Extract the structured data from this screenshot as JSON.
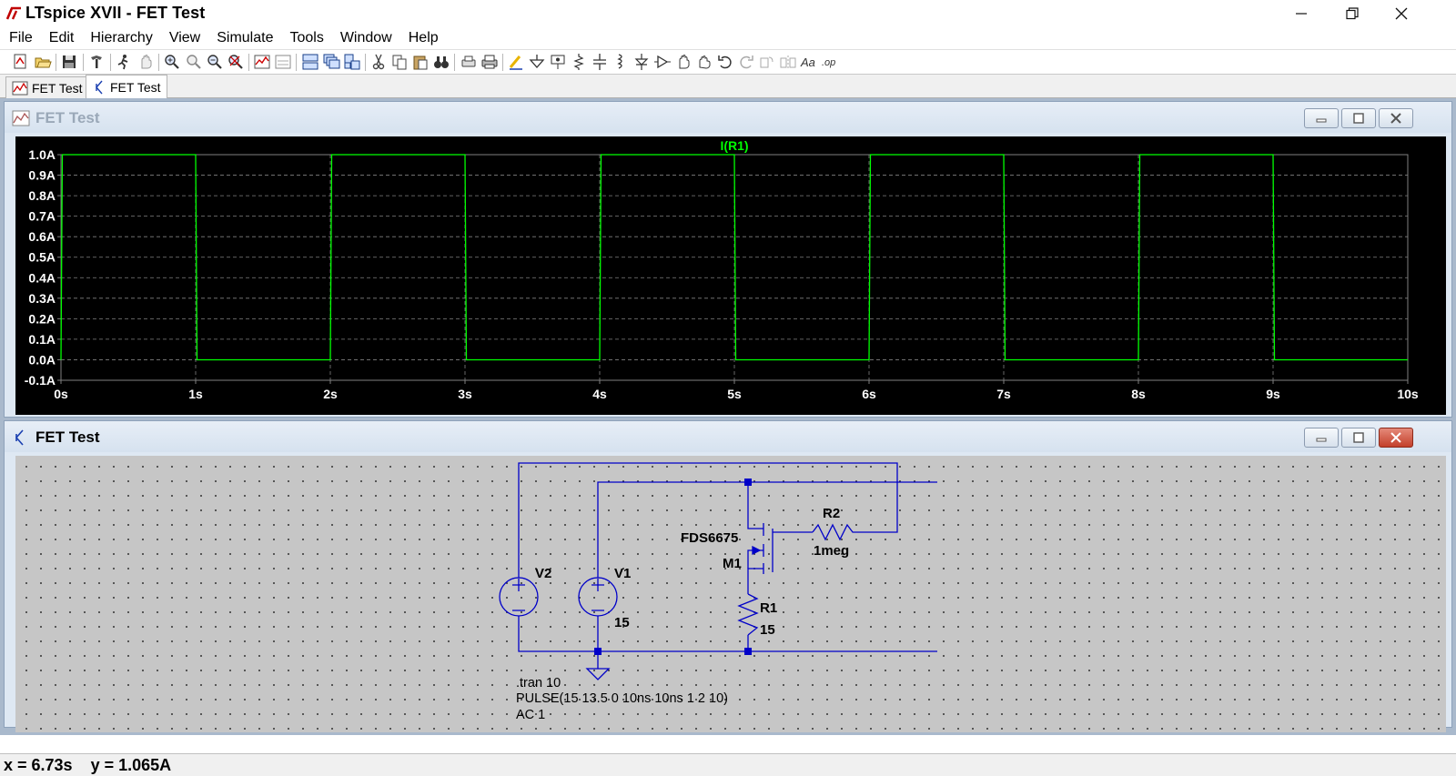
{
  "window": {
    "title": "LTspice XVII - FET Test"
  },
  "menu": [
    "File",
    "Edit",
    "Hierarchy",
    "View",
    "Simulate",
    "Tools",
    "Window",
    "Help"
  ],
  "toolbar": {
    "icons": [
      "new-schematic-icon",
      "open-icon",
      "save-icon",
      "control-panel-icon",
      "run-icon",
      "halt-icon",
      "zoom-in-icon",
      "zoom-area-icon",
      "zoom-out-icon",
      "zoom-cancel-icon",
      "autorange-icon",
      "plot-settings-icon",
      "tile-horizontal-icon",
      "cascade-icon",
      "tile-vertical-icon",
      "cut-icon",
      "copy-icon",
      "paste-icon",
      "find-icon",
      "print-preview-icon",
      "print-icon",
      "wire-icon",
      "ground-icon",
      "label-net-icon",
      "resistor-icon",
      "capacitor-icon",
      "inductor-icon",
      "diode-icon",
      "component-icon",
      "move-icon",
      "drag-icon",
      "undo-icon",
      "redo-icon",
      "rotate-icon",
      "mirror-icon",
      "text-icon",
      "spice-directive-icon"
    ],
    "text_icon_label": "Aa",
    "directive_icon_label": ".op"
  },
  "tabs": [
    {
      "label": "FET Test",
      "icon": "waveform-icon",
      "active": false
    },
    {
      "label": "FET Test",
      "icon": "schematic-icon",
      "active": true
    }
  ],
  "waveform_window": {
    "title": "FET Test"
  },
  "schematic_window": {
    "title": "FET Test"
  },
  "chart_data": {
    "type": "line",
    "title": "",
    "xlabel": "",
    "ylabel": "",
    "series": [
      {
        "name": "I(R1)",
        "color": "#00ff00",
        "x": [
          0,
          0.01,
          1.0,
          1.01,
          2.0,
          2.01,
          3.0,
          3.01,
          4.0,
          4.01,
          5.0,
          5.01,
          6.0,
          6.01,
          7.0,
          7.01,
          8.0,
          8.01,
          9.0,
          9.01,
          10.0
        ],
        "values": [
          0,
          1.0,
          1.0,
          0,
          0,
          1.0,
          1.0,
          0,
          0,
          1.0,
          1.0,
          0,
          0,
          1.0,
          1.0,
          0,
          0,
          1.0,
          1.0,
          0,
          0
        ]
      }
    ],
    "xlim": [
      0,
      10
    ],
    "ylim": [
      -0.1,
      1.0
    ],
    "x_ticks": [
      0,
      1,
      2,
      3,
      4,
      5,
      6,
      7,
      8,
      9,
      10
    ],
    "x_tick_labels": [
      "0s",
      "1s",
      "2s",
      "3s",
      "4s",
      "5s",
      "6s",
      "7s",
      "8s",
      "9s",
      "10s"
    ],
    "y_ticks": [
      1.0,
      0.9,
      0.8,
      0.7,
      0.6,
      0.5,
      0.4,
      0.3,
      0.2,
      0.1,
      0.0,
      -0.1
    ],
    "y_tick_labels": [
      "1.0A",
      "0.9A",
      "0.8A",
      "0.7A",
      "0.6A",
      "0.5A",
      "0.4A",
      "0.3A",
      "0.2A",
      "0.1A",
      "0.0A",
      "-0.1A"
    ],
    "grid": true,
    "background": "#000000",
    "axis_color": "#808080",
    "label_color": "#ffffff"
  },
  "schematic": {
    "components": {
      "v2": {
        "name": "V2"
      },
      "v1": {
        "name": "V1",
        "value": "15"
      },
      "m1": {
        "name": "M1",
        "model": "FDS6675"
      },
      "r2": {
        "name": "R2",
        "value": "1meg"
      },
      "r1": {
        "name": "R1",
        "value": "15"
      }
    },
    "directives": [
      ".tran 10",
      "PULSE(15 13.5 0 10ns 10ns 1 2 10)",
      "AC 1"
    ],
    "wire_color": "#0000c8"
  },
  "status": {
    "text": "x = 6.73s    y = 1.065A"
  }
}
